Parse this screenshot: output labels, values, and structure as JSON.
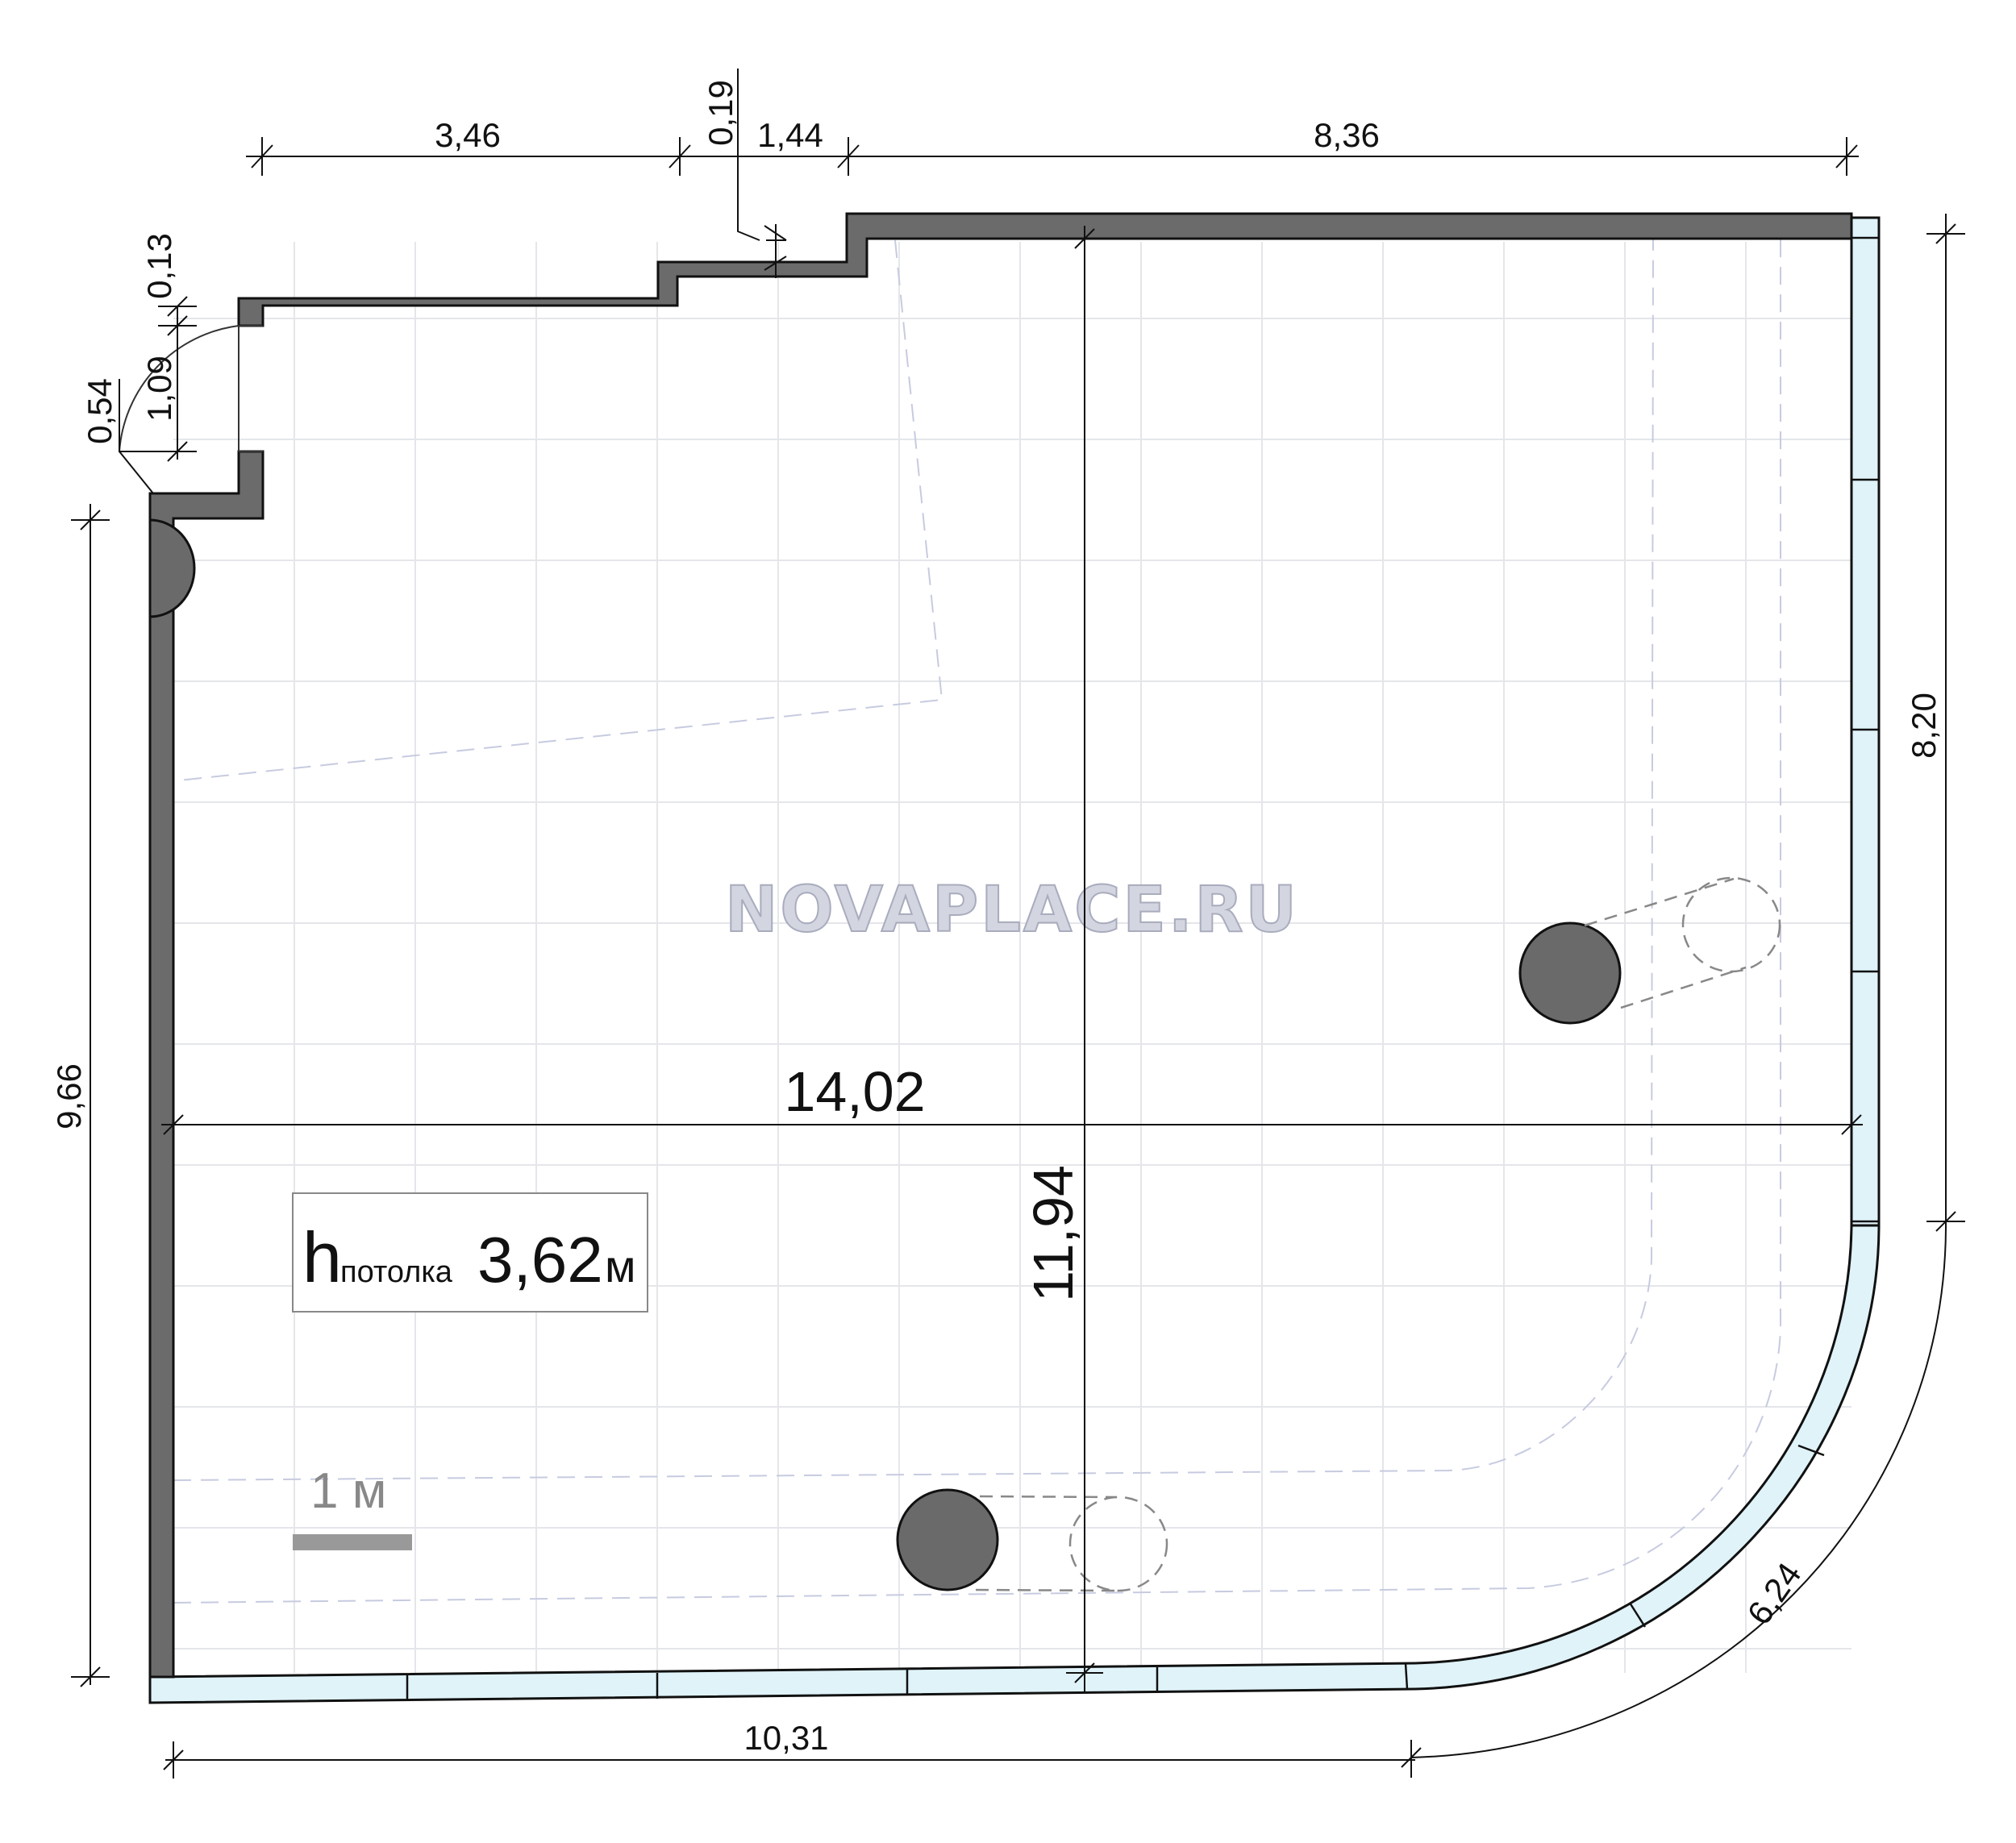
{
  "watermark": "NOVAPLACE.RU",
  "ceiling": {
    "symbol": "h",
    "subscript": "потолка",
    "value": "3,62",
    "unit": "м"
  },
  "scale_bar": {
    "label": "1 м"
  },
  "dimensions": {
    "top_left_run": "3,46",
    "top_step_small": "0,19",
    "top_mid_run": "1,44",
    "top_right_run": "8,36",
    "left_top_small": "0,13",
    "door_width": "1,09",
    "door_offset": "0,54",
    "left_height": "9,66",
    "right_height": "8,20",
    "overall_width": "14,02",
    "overall_depth": "11,94",
    "bottom_width": "10,31",
    "arc_length": "6,24"
  },
  "colors": {
    "wall": "#6b6b6b",
    "glazing": "#dff3f9",
    "grid": "#e4e6ea",
    "column": "#6a6a6a"
  }
}
